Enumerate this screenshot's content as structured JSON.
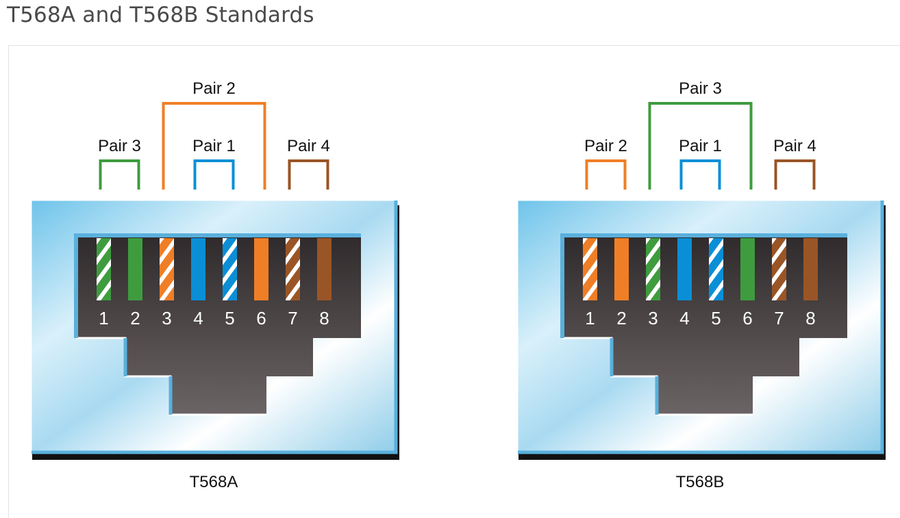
{
  "page": {
    "title": "T568A and T568B Standards"
  },
  "colors": {
    "green": "#3e9c3e",
    "orange": "#f07e26",
    "blue": "#0a8fd6",
    "brown": "#9a5526",
    "white_stripe": "#ffffff",
    "jack_dark": "#3b3536",
    "plate_blue": "#9fd3ec",
    "plate_edge": "#5ab0dc"
  },
  "connectors": [
    {
      "name": "T568A",
      "pins": [
        {
          "num": "1",
          "color": "green",
          "striped": true
        },
        {
          "num": "2",
          "color": "green",
          "striped": false
        },
        {
          "num": "3",
          "color": "orange",
          "striped": true
        },
        {
          "num": "4",
          "color": "blue",
          "striped": false
        },
        {
          "num": "5",
          "color": "blue",
          "striped": true
        },
        {
          "num": "6",
          "color": "orange",
          "striped": false
        },
        {
          "num": "7",
          "color": "brown",
          "striped": true
        },
        {
          "num": "8",
          "color": "brown",
          "striped": false
        }
      ],
      "pairs": [
        {
          "label": "Pair 3",
          "color": "green",
          "pins": [
            1,
            2
          ],
          "level": "low"
        },
        {
          "label": "Pair 1",
          "color": "blue",
          "pins": [
            4,
            5
          ],
          "level": "low"
        },
        {
          "label": "Pair 4",
          "color": "brown",
          "pins": [
            7,
            8
          ],
          "level": "low"
        },
        {
          "label": "Pair 2",
          "color": "orange",
          "pins": [
            3,
            6
          ],
          "level": "high"
        }
      ]
    },
    {
      "name": "T568B",
      "pins": [
        {
          "num": "1",
          "color": "orange",
          "striped": true
        },
        {
          "num": "2",
          "color": "orange",
          "striped": false
        },
        {
          "num": "3",
          "color": "green",
          "striped": true
        },
        {
          "num": "4",
          "color": "blue",
          "striped": false
        },
        {
          "num": "5",
          "color": "blue",
          "striped": true
        },
        {
          "num": "6",
          "color": "green",
          "striped": false
        },
        {
          "num": "7",
          "color": "brown",
          "striped": true
        },
        {
          "num": "8",
          "color": "brown",
          "striped": false
        }
      ],
      "pairs": [
        {
          "label": "Pair 2",
          "color": "orange",
          "pins": [
            1,
            2
          ],
          "level": "low"
        },
        {
          "label": "Pair 1",
          "color": "blue",
          "pins": [
            4,
            5
          ],
          "level": "low"
        },
        {
          "label": "Pair 4",
          "color": "brown",
          "pins": [
            7,
            8
          ],
          "level": "low"
        },
        {
          "label": "Pair 3",
          "color": "green",
          "pins": [
            3,
            6
          ],
          "level": "high"
        }
      ]
    }
  ]
}
